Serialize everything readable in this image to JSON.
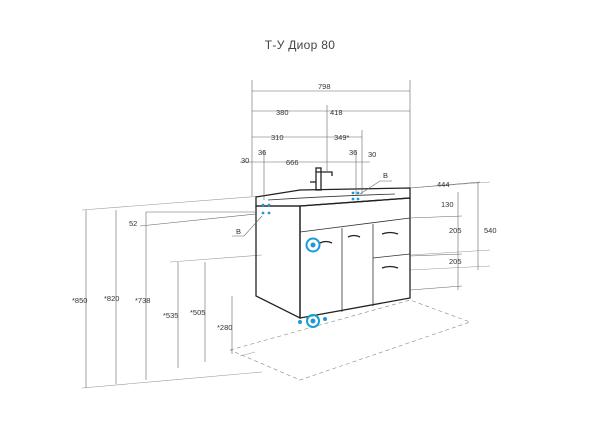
{
  "title": "Т-У Диор 80",
  "dimensions": {
    "width_total": "798",
    "width_left": "380",
    "width_right": "418",
    "offset_310": "310",
    "offset_349": "349*",
    "inner_36_left": "36",
    "inner_36_right": "36",
    "edge_30_left": "30",
    "edge_30_right": "30",
    "basin_666": "666",
    "depth_444": "444",
    "h_130": "130",
    "h_205_top": "205",
    "h_205_bottom": "205",
    "h_540": "540",
    "h_52": "52",
    "h_850": "*850",
    "h_820": "*820",
    "h_738": "*738",
    "h_535": "*535",
    "h_505": "*505",
    "h_280": "*280"
  },
  "labels": {
    "marker_b_left": "B",
    "marker_b_right": "B"
  },
  "colors": {
    "line": "#333333",
    "accent": "#1a9bd7"
  }
}
